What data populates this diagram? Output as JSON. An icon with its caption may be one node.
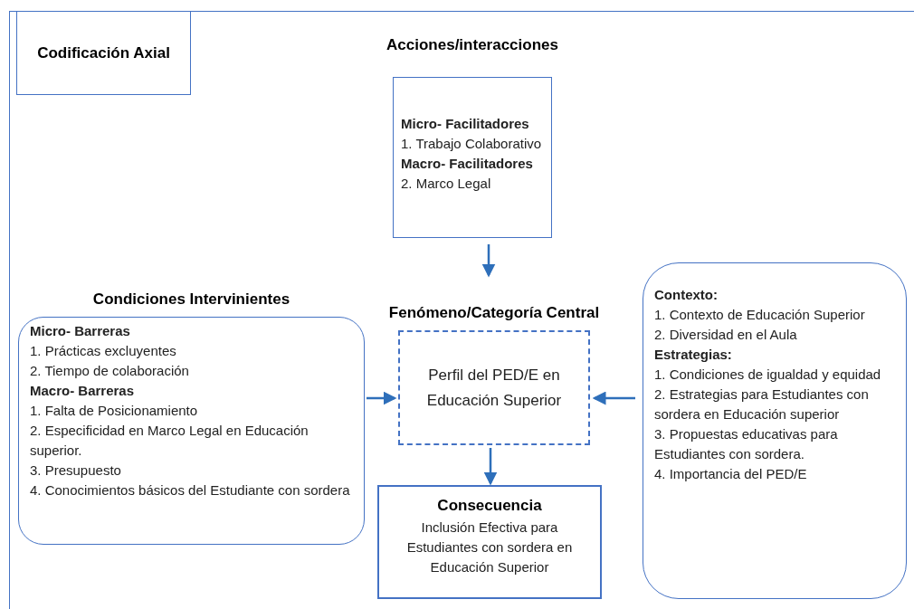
{
  "diagram": {
    "nodes": [
      {
        "text": [
          "Codificación Axial"
        ]
      },
      {
        "text": [
          "Acciones/interacciones",
          "**Micro- Facilitadores**",
          "1. Trabajo Colaborativo",
          "**Macro- Facilitadores**",
          "2. Marco Legal"
        ]
      },
      {
        "text": [
          "Condiciones Intervinientes",
          "**Micro- Barreras**",
          "1.   Prácticas excluyentes",
          "2.   Tiempo de colaboración",
          "**Macro- Barreras**",
          "1. Falta de Posicionamiento",
          "2. Especificidad en Marco Legal en Educación superior.",
          "3. Presupuesto",
          "4. Conocimientos básicos del Estudiante con sordera"
        ]
      },
      {
        "text": [
          "Fenómeno/Categoría Central",
          "Perfil del PED/E en Educación Superior"
        ]
      },
      {
        "text": [
          "**Contexto:**",
          "1.   Contexto de Educación Superior",
          "2.   Diversidad en el Aula",
          "**Estrategias:**",
          "1. Condiciones de igualdad y equidad",
          "2. Estrategias para Estudiantes con sordera en Educación superior",
          "3. Propuestas educativas para Estudiantes con sordera.",
          "4. Importancia del PED/E"
        ]
      },
      {
        "text": [
          "Consecuencia",
          "Inclusión Efectiva para Estudiantes con sordera en Educación Superior"
        ]
      }
    ],
    "edges": [
      {
        "from": 1,
        "to": 3,
        "arrow": "to"
      },
      {
        "from": 2,
        "to": 3,
        "arrow": "to"
      },
      {
        "from": 4,
        "to": 3,
        "arrow": "to"
      },
      {
        "from": 3,
        "to": 5,
        "arrow": "to"
      }
    ]
  }
}
